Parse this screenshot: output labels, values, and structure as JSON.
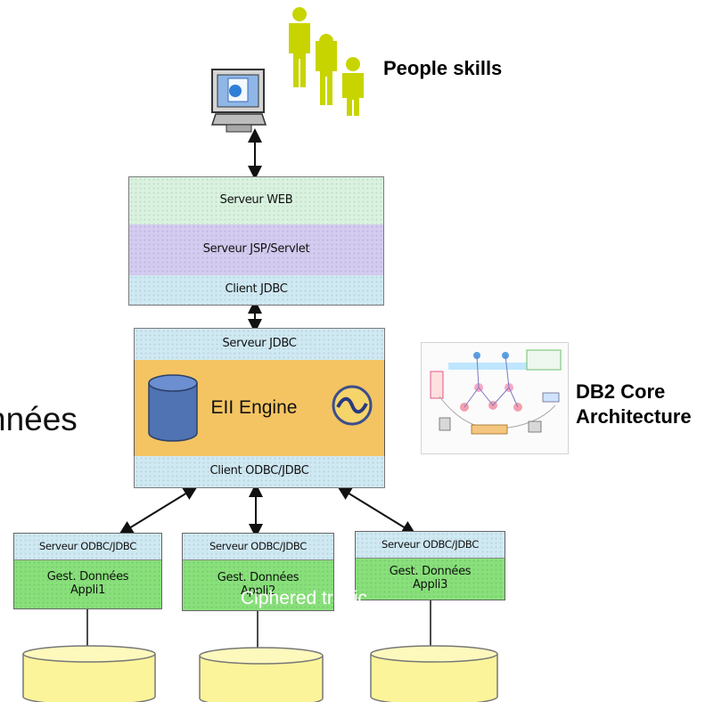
{
  "people_label": "People skills",
  "tier1": {
    "web": "Serveur WEB",
    "jsp": "Serveur JSP/Servlet",
    "client_jdbc": "Client JDBC"
  },
  "tier2": {
    "server_jdbc": "Serveur JDBC",
    "engine": "EII Engine",
    "client_odbc": "Client ODBC/JDBC"
  },
  "partial_left_text": "nnées",
  "db2_label": [
    "DB2 Core",
    "Architecture"
  ],
  "apps": [
    {
      "header": "Serveur ODBC/JDBC",
      "line1": "Gest. Données",
      "line2": "Appli1"
    },
    {
      "header": "Serveur ODBC/JDBC",
      "line1": "Gest. Données",
      "line2": "Appli2"
    },
    {
      "header": "Serveur ODBC/JDBC",
      "line1": "Gest. Données",
      "line2": "Appli3"
    }
  ],
  "overlay_text": "Ciphered traffic",
  "colors": {
    "people": "#c8d400",
    "engine_orange": "#f4c462",
    "db_yellow": "#fbf49a",
    "cylinder_blue": "#4f73b3"
  }
}
